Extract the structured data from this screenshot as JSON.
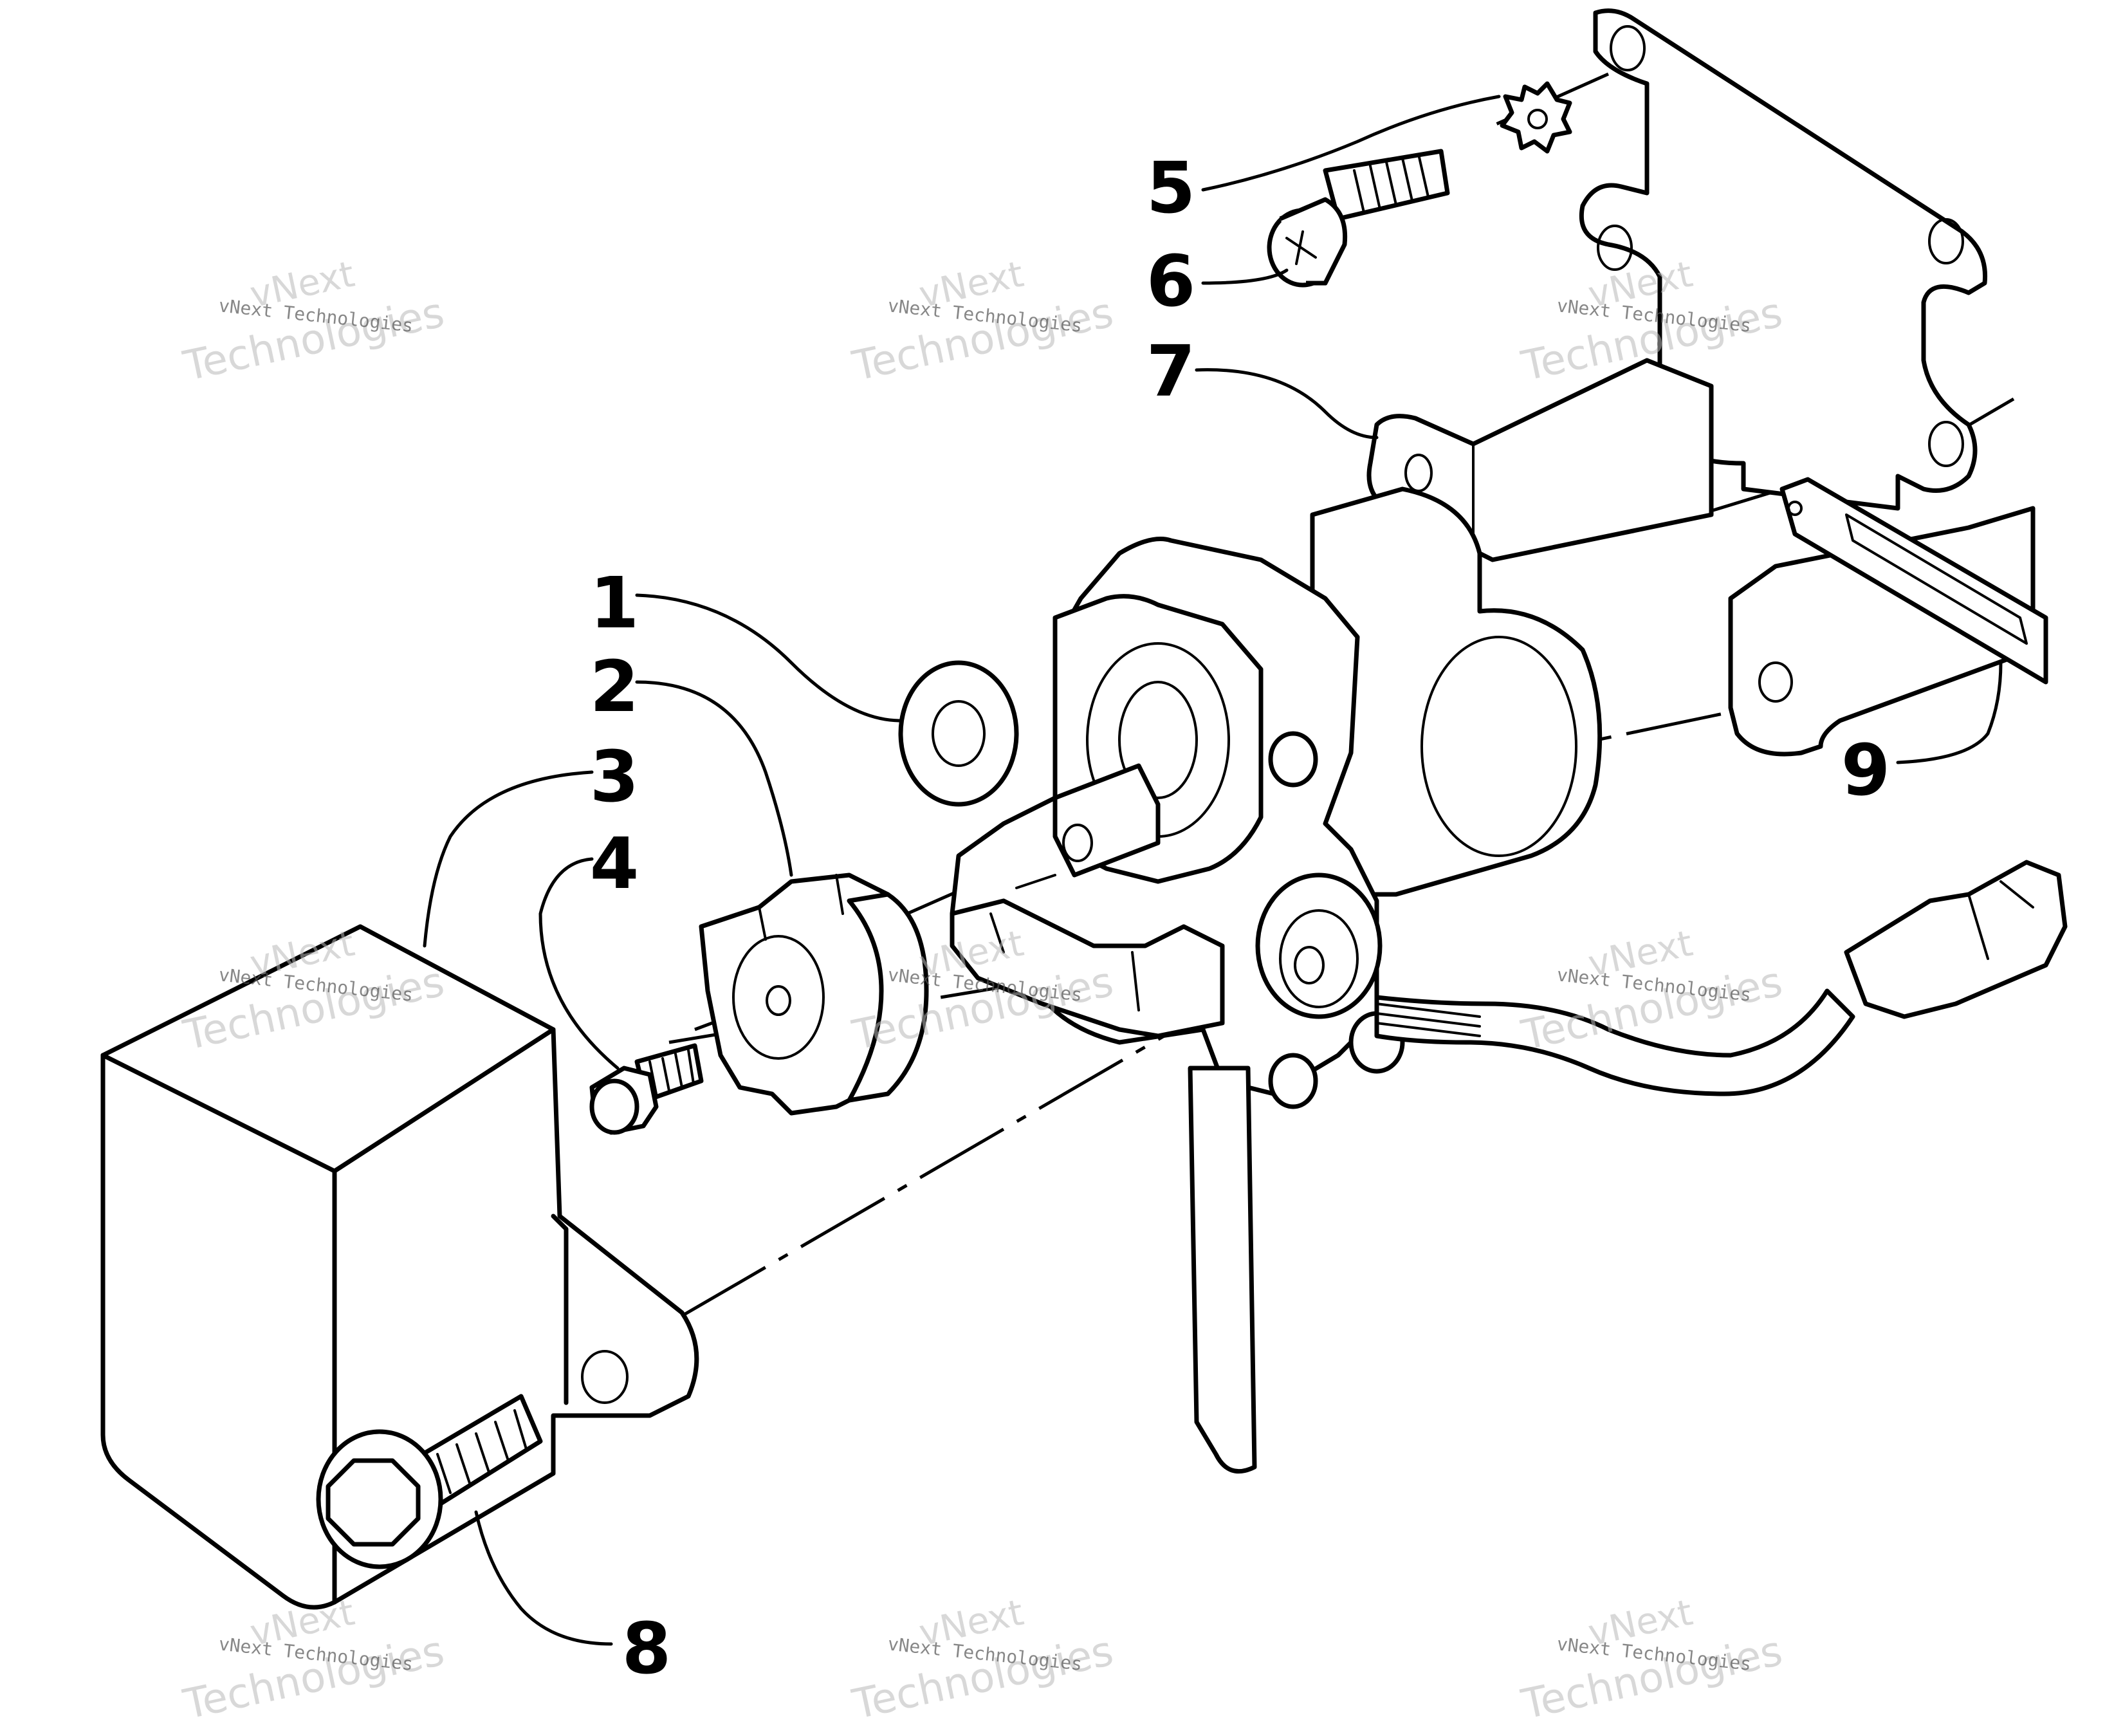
{
  "diagram": {
    "callouts": [
      "1",
      "2",
      "3",
      "4",
      "5",
      "6",
      "7",
      "8",
      "9"
    ],
    "watermark": {
      "brand_top": "vNext",
      "brand_line": "vNext Technologies",
      "brand_big": "Technologies"
    }
  }
}
